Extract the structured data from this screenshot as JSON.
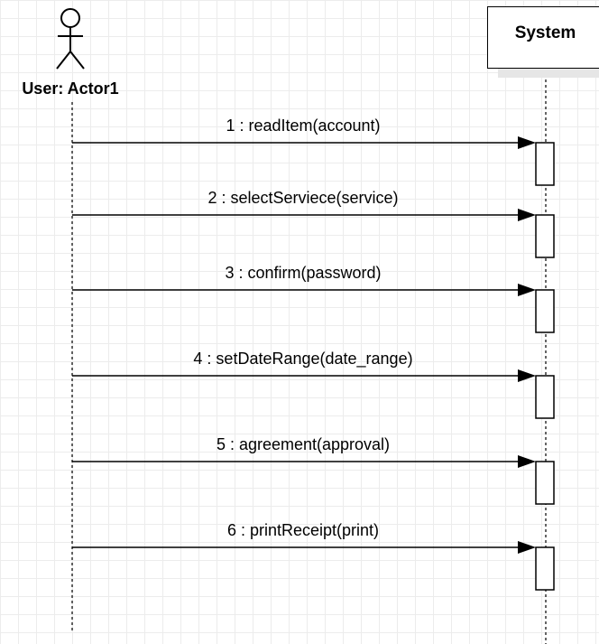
{
  "actor": {
    "label": "User: Actor1"
  },
  "system": {
    "label": "System"
  },
  "messages": [
    {
      "number": 1,
      "label": "1 : readItem(account)"
    },
    {
      "number": 2,
      "label": "2 : selectServiece(service)"
    },
    {
      "number": 3,
      "label": "3 : confirm(password)"
    },
    {
      "number": 4,
      "label": "4 : setDateRange(date_range)"
    },
    {
      "number": 5,
      "label": "5 : agreement(approval)"
    },
    {
      "number": 6,
      "label": "6 : printReceipt(print)"
    }
  ]
}
